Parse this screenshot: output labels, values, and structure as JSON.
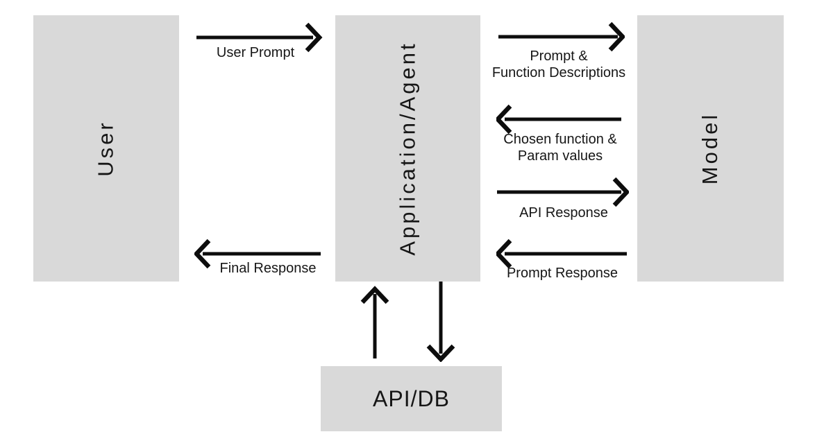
{
  "diagram_type": "flow-diagram",
  "colors": {
    "background": "#ffffff",
    "box_fill": "#d9d9d9",
    "line": "#0d0d0d",
    "text": "#161616"
  },
  "boxes": {
    "user": {
      "label": "User"
    },
    "application": {
      "label": "Application/Agent"
    },
    "model": {
      "label": "Model"
    },
    "api_db": {
      "label": "API/DB"
    }
  },
  "arrows": {
    "user_prompt": {
      "label": "User Prompt",
      "from": "User",
      "to": "Application/Agent",
      "direction": "right"
    },
    "final_response": {
      "label": "Final Response",
      "from": "Application/Agent",
      "to": "User",
      "direction": "left"
    },
    "prompt_function_descriptions": {
      "label": "Prompt &\nFunction Descriptions",
      "from": "Application/Agent",
      "to": "Model",
      "direction": "right"
    },
    "chosen_function_param_values": {
      "label": "Chosen function &\nParam values",
      "from": "Model",
      "to": "Application/Agent",
      "direction": "left"
    },
    "api_response": {
      "label": "API Response",
      "from": "Application/Agent",
      "to": "Model",
      "direction": "right"
    },
    "prompt_response": {
      "label": "Prompt Response",
      "from": "Model",
      "to": "Application/Agent",
      "direction": "left"
    },
    "app_to_api_db": {
      "label": "",
      "from": "Application/Agent",
      "to": "API/DB",
      "direction": "down"
    },
    "api_db_to_app": {
      "label": "",
      "from": "API/DB",
      "to": "Application/Agent",
      "direction": "up"
    }
  }
}
